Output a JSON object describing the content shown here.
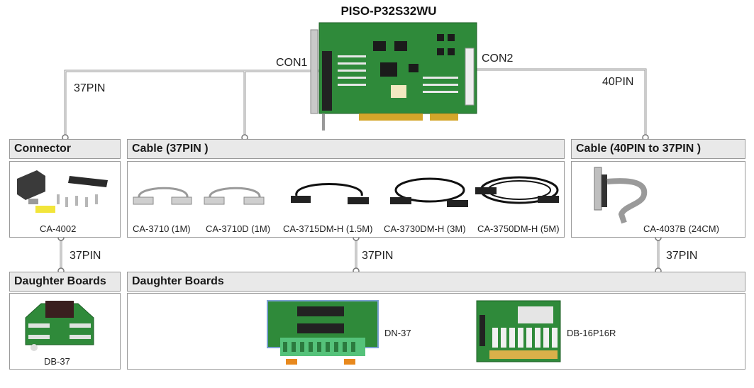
{
  "title": "PISO-P32S32WU",
  "ports": {
    "con1": "CON1",
    "con2": "CON2"
  },
  "pins": {
    "left_top": "37PIN",
    "right_top": "40PIN",
    "connector_to_db": "37PIN",
    "cable_to_db": "37PIN",
    "cable40_to_db": "37PIN"
  },
  "sections": {
    "connector": {
      "title": "Connector",
      "items": [
        "CA-4002"
      ]
    },
    "cable37": {
      "title": "Cable (37PIN )",
      "items": [
        "CA-3710 (1M)",
        "CA-3710D (1M)",
        "CA-3715DM-H (1.5M)",
        "CA-3730DM-H (3M)",
        "CA-3750DM-H (5M)"
      ]
    },
    "cable40": {
      "title": "Cable (40PIN  to 37PIN )",
      "items": [
        "CA-4037B (24CM)"
      ]
    },
    "db_left": {
      "title": "Daughter Boards",
      "items": [
        "DB-37"
      ]
    },
    "db_main": {
      "title": "Daughter Boards",
      "items": [
        "DN-37",
        "DB-16P16R"
      ]
    }
  },
  "colors": {
    "header_bg": "#e9e9e9",
    "border": "#9a9a9a",
    "pcb": "#2f8a3a",
    "wire": "#9a9a9a"
  }
}
